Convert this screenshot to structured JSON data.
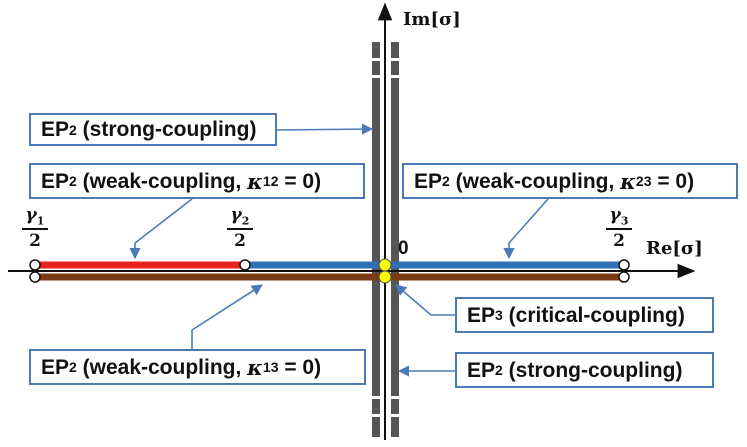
{
  "axes": {
    "imag_label": "Im[σ]",
    "real_label": "Re[σ]",
    "origin_label": "0"
  },
  "points": {
    "gamma1": {
      "num": "γ",
      "sub": "1",
      "den": "2"
    },
    "gamma2": {
      "num": "γ",
      "sub": "2",
      "den": "2"
    },
    "gamma3": {
      "num": "γ",
      "sub": "3",
      "den": "2"
    }
  },
  "labels": {
    "ep2_strong_top": {
      "prefix": "EP",
      "sub": "2",
      "text": " (strong-coupling)"
    },
    "ep2_weak_12": {
      "prefix": "EP",
      "sub": "2",
      "text": " (weak-coupling, ",
      "kappa": "κ",
      "ksub": "12",
      "tail": " = 0)"
    },
    "ep2_weak_23": {
      "prefix": "EP",
      "sub": "2",
      "text": " (weak-coupling, ",
      "kappa": "κ",
      "ksub": "23",
      "tail": " = 0)"
    },
    "ep3_critical": {
      "prefix": "EP",
      "sub": "3",
      "text": " (critical-coupling)"
    },
    "ep2_weak_13": {
      "prefix": "EP",
      "sub": "2",
      "text": " (weak-coupling, ",
      "kappa": "κ",
      "ksub": "13",
      "tail": " = 0)"
    },
    "ep2_strong_bottom": {
      "prefix": "EP",
      "sub": "2",
      "text": " (strong-coupling)"
    }
  },
  "colors": {
    "red_line": "#e8231c",
    "blue_line": "#2e6fb7",
    "brown_line": "#7a3b16",
    "gray_band": "#555555",
    "callout": "#4a7bb7",
    "ep3_dot": "#ffff00"
  }
}
